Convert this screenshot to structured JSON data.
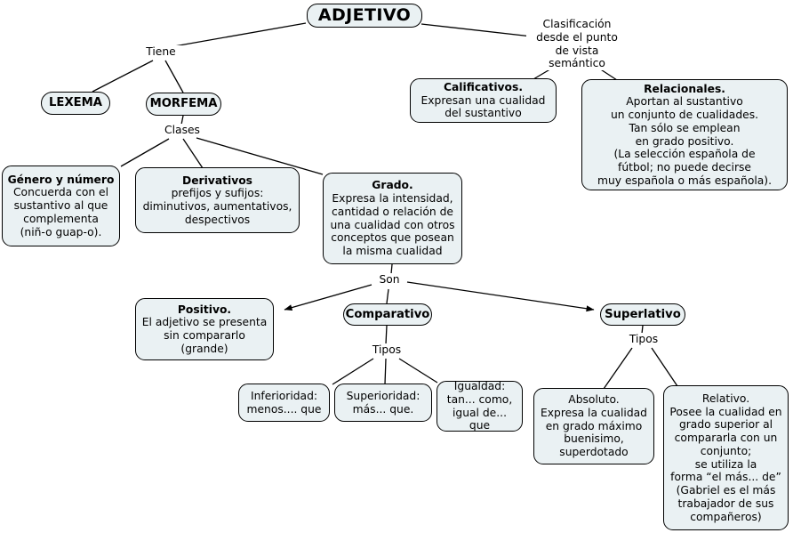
{
  "diagram": {
    "title": "ADJETIVO",
    "language": "es",
    "type": "concept-map"
  },
  "nodes": {
    "adjetivo": {
      "label": "ADJETIVO"
    },
    "lexema": {
      "label": "LEXEMA"
    },
    "morfema": {
      "label": "MORFEMA"
    },
    "genero_numero": {
      "head": "Género y número",
      "body": "Concuerda con el\nsustantivo al que\ncomplementa\n(niñ-o guap-o)."
    },
    "derivativos": {
      "head": "Derivativos",
      "body": "prefijos y sufijos:\ndiminutivos, aumentativos,\ndespectivos"
    },
    "grado": {
      "head": "Grado.",
      "body": "Expresa la intensidad,\ncantidad o relación de\nuna cualidad con otros\nconceptos que posean\nla misma cualidad"
    },
    "calificativos": {
      "head": "Calificativos.",
      "body": "Expresan una cualidad\ndel sustantivo"
    },
    "relacionales": {
      "head": "Relacionales.",
      "body": "Aportan al sustantivo\nun conjunto de cualidades.\nTan sólo se emplean\nen grado positivo.\n(La selección española de\nfútbol; no puede decirse\nmuy española o más española)."
    },
    "positivo": {
      "head": "Positivo.",
      "body": "El adjetivo se presenta\nsin compararlo\n(grande)"
    },
    "comparativo": {
      "label": "Comparativo"
    },
    "superlativo": {
      "label": "Superlativo"
    },
    "inferioridad": {
      "head": "",
      "body": "Inferioridad:\nmenos.... que"
    },
    "superioridad": {
      "head": "",
      "body": "Superioridad:\nmás... que."
    },
    "igualdad": {
      "head": "",
      "body": "Igualdad:\ntan... como,\nigual de... que"
    },
    "absoluto": {
      "head": "",
      "body": "Absoluto.\nExpresa la cualidad\nen grado máximo\nbuenisimo,\nsuperdotado"
    },
    "relativo": {
      "head": "",
      "body": "Relativo.\nPosee la cualidad en\ngrado superior al\ncompararla con un\nconjunto;\nse utiliza la\nforma “el más... de”\n(Gabriel es el más\ntrabajador de sus\ncompañeros)"
    }
  },
  "edge_labels": {
    "tiene": "Tiene",
    "clases": "Clases",
    "clasificacion": "Clasificación\ndesde el punto\nde vista semántico",
    "son": "Son",
    "tipos_comparativo": "Tipos",
    "tipos_superlativo": "Tipos"
  },
  "colors": {
    "node_fill": "#eaf1f3",
    "node_stroke": "#000000",
    "edge_stroke": "#000000",
    "background": "#ffffff",
    "text": "#000000"
  }
}
